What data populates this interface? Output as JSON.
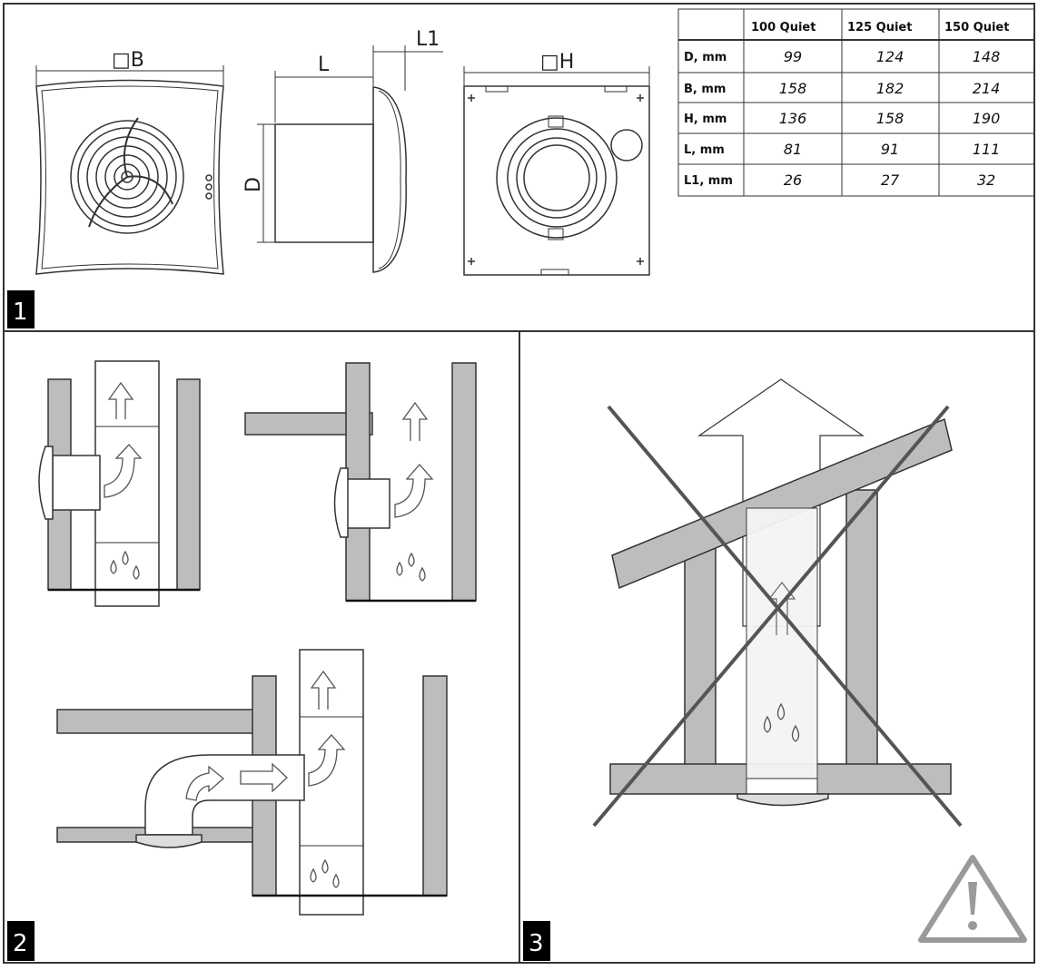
{
  "panels": [
    {
      "number": "1"
    },
    {
      "number": "2"
    },
    {
      "number": "3"
    }
  ],
  "dimension_labels": {
    "B": "□B",
    "L": "L",
    "L1": "L1",
    "H": "□H",
    "D": "D"
  },
  "spec_table": {
    "columns": [
      "",
      "100 Quiet",
      "125 Quiet",
      "150 Quiet"
    ],
    "rows": [
      {
        "label": "D, mm",
        "values": [
          "99",
          "124",
          "148"
        ]
      },
      {
        "label": "B, mm",
        "values": [
          "158",
          "182",
          "214"
        ]
      },
      {
        "label": "H, mm",
        "values": [
          "136",
          "158",
          "190"
        ]
      },
      {
        "label": "L, mm",
        "values": [
          "81",
          "91",
          "111"
        ]
      },
      {
        "label": "L1, mm",
        "values": [
          "26",
          "27",
          "32"
        ]
      }
    ]
  },
  "colors": {
    "wall_gray": "#bdbdbd",
    "line": "#333333",
    "cross": "#555555",
    "label_bg": "#000000"
  },
  "icons": [
    "arrow-up-icon",
    "curved-arrow-icon",
    "water-drops-icon",
    "warning-triangle-icon"
  ]
}
